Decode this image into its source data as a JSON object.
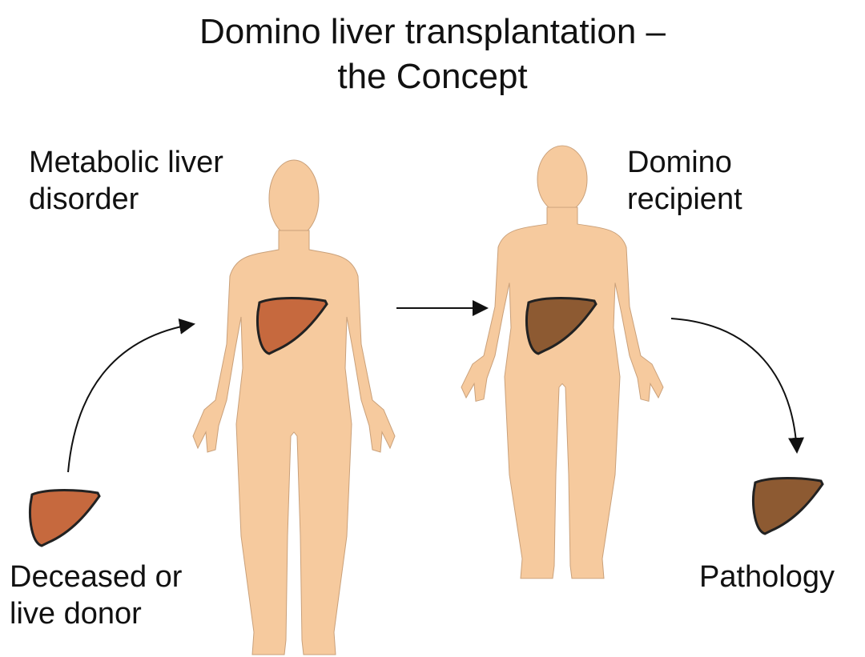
{
  "title": "Domino liver transplantation –\nthe Concept",
  "labels": {
    "metabolic": "Metabolic liver\ndisorder",
    "recipient": "Domino\nrecipient",
    "donor": "Deceased or\nlive donor",
    "pathology": "Pathology"
  },
  "colors": {
    "skin": "#F6CA9E",
    "healthy_liver": "#C6693E",
    "diseased_liver": "#8D5A32"
  }
}
